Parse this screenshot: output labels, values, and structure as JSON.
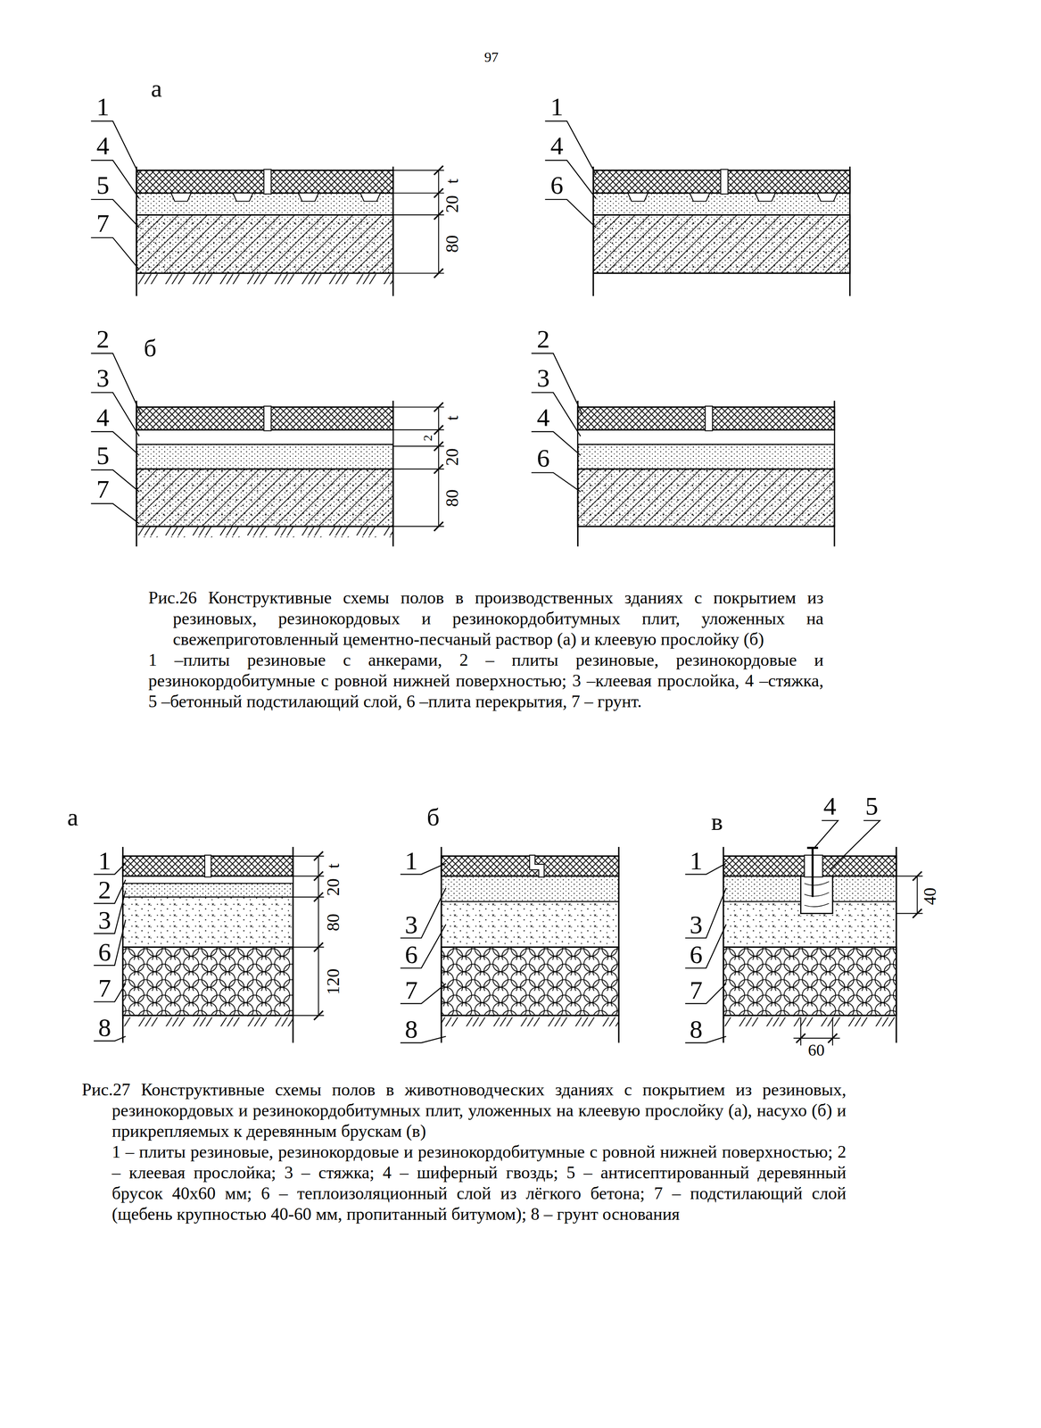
{
  "diagram": {
    "labels": [
      "97",
      "а",
      "1",
      "4",
      "5",
      "7",
      "t",
      "20",
      "80",
      "1",
      "4",
      "6",
      "2",
      "б",
      "3",
      "4",
      "5",
      "7",
      "t",
      "2",
      "20",
      "80",
      "2",
      "3",
      "4",
      "6",
      "Рис.26 Конструктивные схемы полов в производственных зданиях с покрытием из резиновых, резинокордовых и резинокордобитумных плит, уложенных на свежеприготовленный цементно-песчаный раствор (а) и клеевую прослойку (б)",
      "1 –плиты резиновые с анкерами, 2 – плиты резиновые, резинокордовые и резинокордобитумные с ровной нижней поверхностью; 3 –клеевая прослойка, 4 –стяжка, 5 –бетонный подстилающий слой, 6 –плита перекрытия, 7 – грунт.",
      "а",
      "1",
      "2",
      "3",
      "6",
      "7",
      "8",
      "t",
      "20",
      "80",
      "120",
      "б",
      "1",
      "3",
      "6",
      "7",
      "8",
      "в",
      "4",
      "5",
      "1",
      "40",
      "3",
      "6",
      "7",
      "8",
      "60",
      "Рис.27 Конструктивные схемы полов в животноводческих зданиях с покрытием из резиновых, резинокордовых и резинокордобитумных плит, уложенных на клеевую прослойку (а), насухо (б) и прикрепляемых к деревянным брускам (в)",
      "1 – плиты резиновые, резинокордовые и резинокордобитумные с ровной нижней поверхностью; 2 – клеевая прослойка; 3 – стяжка; 4 – шиферный гвоздь; 5 – антисептированный деревянный брусок 40х60 мм; 6 – теплоизоляционный слой из лёгкого бетона; 7 – подстилающий слой (щебень крупностью 40-60 мм, пропитанный битумом); 8 – грунт основания"
    ]
  }
}
